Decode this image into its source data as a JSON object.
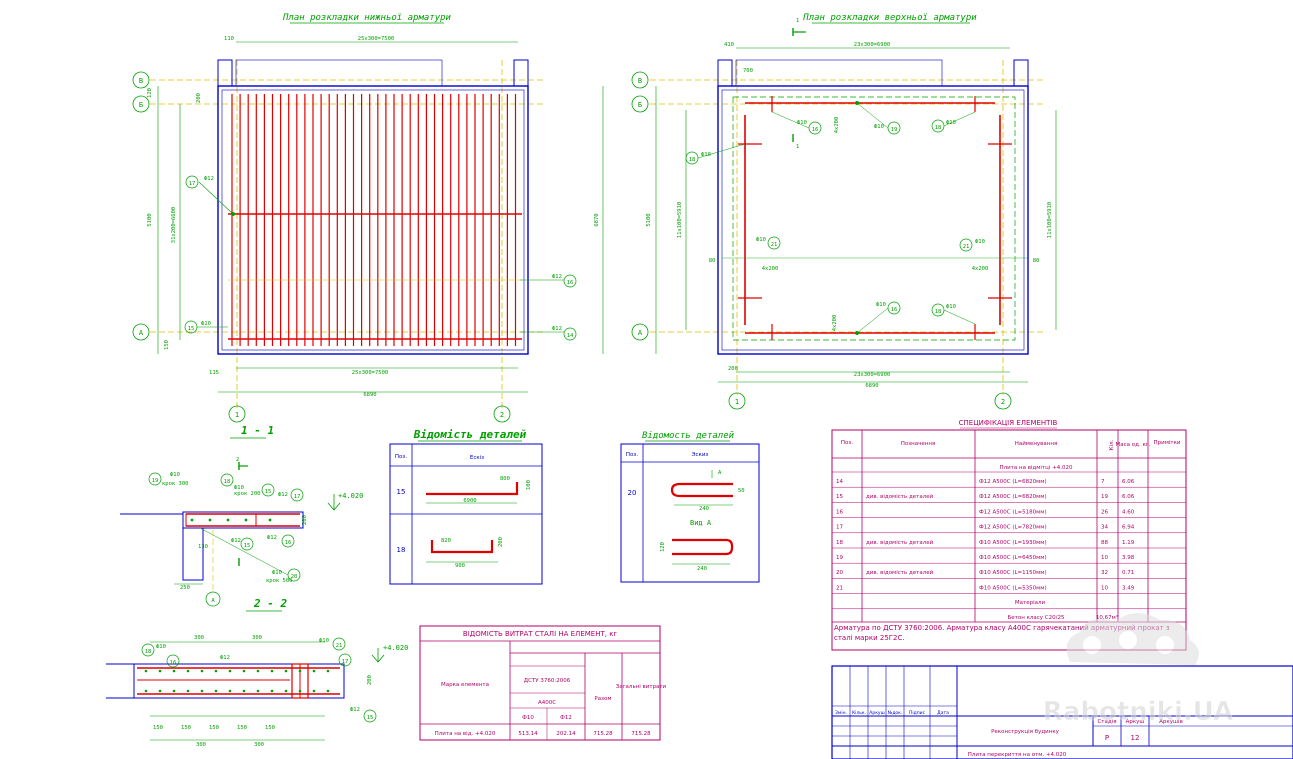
{
  "plans": {
    "bottom_title": "План розкладки нижньої арматури",
    "top_title": "План розкладки верхньої арматури",
    "axes": {
      "v": "В",
      "b": "Б",
      "a": "А",
      "one": "1",
      "two": "2"
    },
    "bottom_dims": {
      "top": "25х300=7500",
      "bottom": "25х300=7500",
      "total": "6890",
      "left": "5100",
      "left_inner": "31х200=6600",
      "right": "6870",
      "d110": "110",
      "d200": "200",
      "d150": "150",
      "d115": "115",
      "d120": "120"
    },
    "bottom_labels": {
      "phi12_a": "Ф12",
      "phi12_b": "Ф12",
      "phi12_c": "Ф12",
      "phi10": "Ф10",
      "m17": "17",
      "m16": "16",
      "m14": "14",
      "m15": "15"
    },
    "top_dims": {
      "top": "23х300=6900",
      "bottom": "23х300=6900",
      "total": "6890",
      "left": "5100",
      "left_inner": "11х100=5910",
      "right_inner": "11х100=5910",
      "d410": "410",
      "d700": "700",
      "d4x200_a": "4х200",
      "d4x200_b": "4х200",
      "d4x200_c": "4х200",
      "d4x200_d": "4х200",
      "d80_a": "80",
      "d80_b": "80",
      "d200": "200"
    },
    "top_labels": {
      "phi10_a": "Ф10",
      "phi10_b": "Ф10",
      "phi10_c": "Ф10",
      "phi10_d": "Ф10",
      "phi10_e": "Ф10",
      "phi10_f": "Ф10",
      "phi10_g": "Ф10",
      "phi10_h": "Ф10",
      "m16_a": "16",
      "m19": "19",
      "m18_a": "18",
      "m18_b": "18",
      "m21_a": "21",
      "m21_b": "21",
      "m18_c": "18",
      "m16_b": "16"
    },
    "section_mark": "1"
  },
  "section11": {
    "title": "1 - 1"
  },
  "section22": {
    "title": "2 - 2",
    "labels": {
      "phi10_a": "Ф10",
      "krok300": "крок 300",
      "phi10_b": "Ф10",
      "krok200": "крок 200",
      "phi12_a": "Ф12",
      "phi12_b": "Ф12",
      "phi10_c": "Ф10",
      "krok500": "крок 500",
      "m19": "19",
      "m18": "18",
      "m17": "17",
      "m15": "15",
      "m20": "20",
      "m16": "16",
      "d130": "130",
      "d250": "250",
      "d200": "200",
      "level": "+4.020",
      "axis": "А",
      "cut": "2"
    }
  },
  "section33": {
    "labels": {
      "d300_a": "300",
      "d300_b": "300",
      "d300_c": "300",
      "d300_d": "300",
      "d150_a": "150",
      "d150_b": "150",
      "d150_c": "150",
      "d150_d": "150",
      "d150_e": "150",
      "phi10_a": "Ф10",
      "phi10_b": "Ф10",
      "phi12_a": "Ф12",
      "phi12_b": "Ф12",
      "level": "+4.020",
      "d200": "200",
      "m18": "18",
      "m16": "16",
      "m21": "21",
      "m17": "17",
      "m15": "15"
    }
  },
  "details1": {
    "title": "Відомість деталей",
    "col_pos": "Поз.",
    "col_sketch": "Ескіз",
    "rows": [
      {
        "pos": "15",
        "dim_main": "6900",
        "dim_side": "800",
        "dim_v": "100"
      },
      {
        "pos": "18",
        "dim_main": "900",
        "dim_side": "820",
        "dim_v": "200"
      }
    ]
  },
  "details2": {
    "title": "Відомость деталей",
    "col_pos": "Поз.",
    "col_sketch": "Эскиз",
    "pos": "20",
    "arrow": "А",
    "dim_a": "240",
    "dim_b": "50",
    "view": "Вид А",
    "dim_c": "120",
    "dim_d": "240"
  },
  "steel": {
    "title": "ВІДОМІСТЬ ВИТРАТ СТАЛІ НА ЕЛЕМЕНТ, кг",
    "col_mark": "Марка елемента",
    "col_std": "ДСТУ 3760:2006",
    "col_class": "А400С",
    "col_d10": "Ф10",
    "col_d12": "Ф12",
    "col_total": "Разом",
    "col_grand": "Загальні витрати",
    "row": {
      "mark": "Плита на від. +4.020",
      "d10": "513.14",
      "d12": "202.14",
      "total": "715.28",
      "grand": "715.28"
    }
  },
  "spec": {
    "title": "СПЕЦИФІКАЦІЯ ЕЛЕМЕНТІВ",
    "cols": {
      "pos": "Поз.",
      "desig": "Позначення",
      "name": "Найменування",
      "qty": "Кіл.",
      "mass": "Маса од. кг.",
      "note": "Примітки"
    },
    "group": "Плита на відмітці +4.020",
    "rows": [
      {
        "pos": "14",
        "desig": "",
        "name": "Ф12 А500С (L=6820мм)",
        "qty": "7",
        "mass": "6.06"
      },
      {
        "pos": "15",
        "desig": "див. відомість деталей",
        "name": "Ф12 А500С (L=6820мм)",
        "qty": "19",
        "mass": "6.06"
      },
      {
        "pos": "16",
        "desig": "",
        "name": "Ф12 А500С (L=5180мм)",
        "qty": "26",
        "mass": "4.60"
      },
      {
        "pos": "17",
        "desig": "",
        "name": "Ф12 А500С (L=7820мм)",
        "qty": "34",
        "mass": "6.94"
      },
      {
        "pos": "18",
        "desig": "див. відомість деталей",
        "name": "Ф10 А500С (L=1930мм)",
        "qty": "88",
        "mass": "1.19"
      },
      {
        "pos": "19",
        "desig": "",
        "name": "Ф10 А500С (L=6450мм)",
        "qty": "10",
        "mass": "3.98"
      },
      {
        "pos": "20",
        "desig": "див. відомість деталей",
        "name": "Ф10 А500С (L=1150мм)",
        "qty": "32",
        "mass": "0.71"
      },
      {
        "pos": "21",
        "desig": "",
        "name": "Ф10 А500С (L=5350мм)",
        "qty": "10",
        "mass": "3.49"
      }
    ],
    "materials": "Матеріали",
    "concrete": "Бетон класу С20/25",
    "concrete_qty": "10,67м³",
    "note": "Арматура по ДСТУ 3760:2006. Арматура класу А400С гарячекатаний арматурний прокат з сталі марки 25Г2С."
  },
  "stamp": {
    "cols": [
      "Змін.",
      "Кільк.",
      "Аркуш",
      "№док.",
      "Підпис",
      "Дата"
    ],
    "project": "Реконструкція будинку",
    "stage_h": "Стадія",
    "sheet_h": "Аркуш",
    "sheets_h": "Аркушів",
    "stage": "Р",
    "sheet": "12",
    "drawing": "Плита перекриття на отм. +4.020"
  },
  "watermark": "Rabotniki.UA"
}
